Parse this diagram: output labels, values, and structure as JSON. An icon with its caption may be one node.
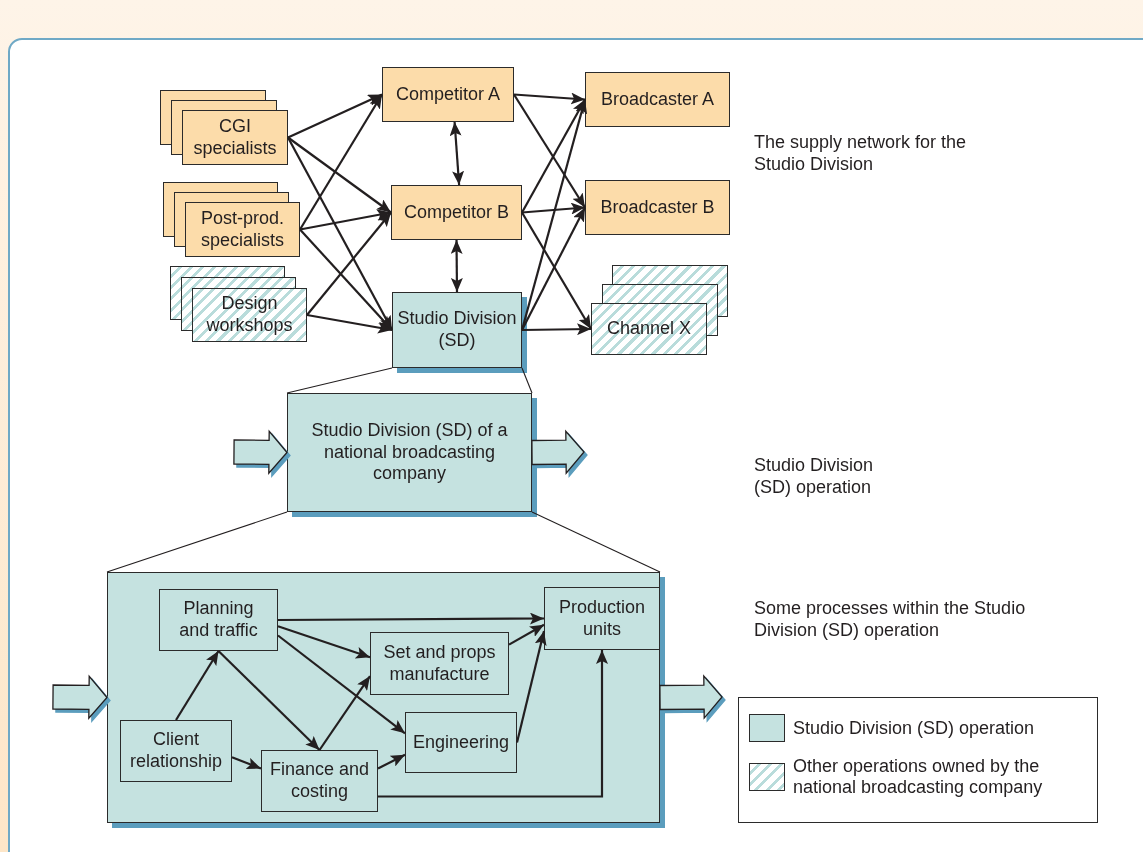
{
  "diagram": {
    "nodes": [
      {
        "text": [
          "CGI specialists"
        ]
      },
      {
        "text": [
          "Post-prod. specialists"
        ]
      },
      {
        "text": [
          "Design workshops"
        ]
      },
      {
        "text": [
          "Competitor A"
        ]
      },
      {
        "text": [
          "Competitor B"
        ]
      },
      {
        "text": [
          "Studio Division (SD)"
        ]
      },
      {
        "text": [
          "Broadcaster A"
        ]
      },
      {
        "text": [
          "Broadcaster B"
        ]
      },
      {
        "text": [
          "Channel X"
        ]
      },
      {
        "text": [
          "Studio Division (SD) of a national broadcasting company"
        ]
      },
      {
        "text": [],
        "shape": "box"
      },
      {
        "text": [
          "Planning and traffic"
        ],
        "in": 10
      },
      {
        "text": [
          "Production units"
        ],
        "in": 10
      },
      {
        "text": [
          "Set and props manufacture"
        ],
        "in": 10
      },
      {
        "text": [
          "Client relationship"
        ],
        "in": 10
      },
      {
        "text": [
          "Engineering"
        ],
        "in": 10
      },
      {
        "text": [
          "Finance and costing"
        ],
        "in": 10
      }
    ],
    "edges": [
      {
        "from": 0,
        "to": 3,
        "arrow": "to"
      },
      {
        "from": 0,
        "to": 4,
        "arrow": "to"
      },
      {
        "from": 0,
        "to": 5,
        "arrow": "to"
      },
      {
        "from": 1,
        "to": 3,
        "arrow": "to"
      },
      {
        "from": 1,
        "to": 4,
        "arrow": "to"
      },
      {
        "from": 1,
        "to": 5,
        "arrow": "to"
      },
      {
        "from": 2,
        "to": 4,
        "arrow": "to"
      },
      {
        "from": 2,
        "to": 5,
        "arrow": "to"
      },
      {
        "from": 3,
        "to": 4,
        "arrow": "both"
      },
      {
        "from": 4,
        "to": 5,
        "arrow": "both"
      },
      {
        "from": 3,
        "to": 6,
        "arrow": "to"
      },
      {
        "from": 3,
        "to": 7,
        "arrow": "to"
      },
      {
        "from": 4,
        "to": 6,
        "arrow": "to"
      },
      {
        "from": 4,
        "to": 7,
        "arrow": "to"
      },
      {
        "from": 4,
        "to": 8,
        "arrow": "to"
      },
      {
        "from": 5,
        "to": 6,
        "arrow": "to"
      },
      {
        "from": 5,
        "to": 7,
        "arrow": "to"
      },
      {
        "from": 5,
        "to": 8,
        "arrow": "to"
      },
      {
        "from": 5,
        "to": 9,
        "arrow": "none"
      },
      {
        "from": 5,
        "to": 9,
        "arrow": "none"
      },
      {
        "from": null,
        "to": 9,
        "arrow": "to",
        "style": "thick"
      },
      {
        "from": 9,
        "to": null,
        "arrow": "to",
        "style": "thick"
      },
      {
        "from": 9,
        "to": 10,
        "arrow": "none"
      },
      {
        "from": 9,
        "to": 10,
        "arrow": "none"
      },
      {
        "from": null,
        "to": 10,
        "arrow": "to",
        "style": "thick"
      },
      {
        "from": 10,
        "to": null,
        "arrow": "to",
        "style": "thick"
      },
      {
        "from": 14,
        "to": 11,
        "arrow": "to"
      },
      {
        "from": 14,
        "to": 16,
        "arrow": "to"
      },
      {
        "from": 11,
        "to": 12,
        "arrow": "to"
      },
      {
        "from": 11,
        "to": 13,
        "arrow": "to"
      },
      {
        "from": 11,
        "to": 15,
        "arrow": "to"
      },
      {
        "from": 11,
        "to": 16,
        "arrow": "to"
      },
      {
        "from": 16,
        "to": 13,
        "arrow": "to"
      },
      {
        "from": 16,
        "to": 15,
        "arrow": "to"
      },
      {
        "from": 16,
        "to": 12,
        "arrow": "to"
      },
      {
        "from": 13,
        "to": 12,
        "arrow": "to"
      },
      {
        "from": 15,
        "to": 12,
        "arrow": "to"
      }
    ],
    "labels": [
      "The supply network for the Studio Division",
      "Studio Division (SD) operation",
      "Some processes within the Studio Division (SD) operation"
    ],
    "legend": [
      {
        "text": "Studio Division (SD) operation",
        "color": "#c5e2e0"
      },
      {
        "text": "Other operations owned by the national broadcasting company"
      }
    ]
  }
}
